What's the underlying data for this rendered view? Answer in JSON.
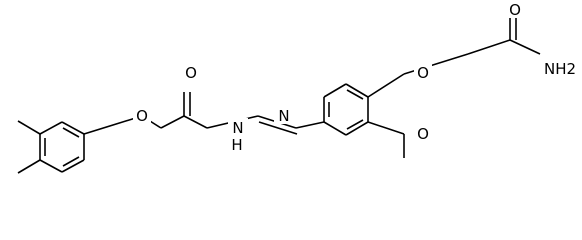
{
  "molecule": {
    "atoms": {
      "o_ether_left": "O",
      "o_carbonyl_left": "O",
      "n_amide_nh": "N",
      "h_amide": "H",
      "n_imine": "N",
      "o_ether_right": "O",
      "o_carbonyl_right": "O",
      "nh2_amide": "NH2",
      "o_methoxy": "O"
    }
  },
  "colors": {
    "bond": "#000000",
    "label": "#000000",
    "background": "#ffffff"
  }
}
